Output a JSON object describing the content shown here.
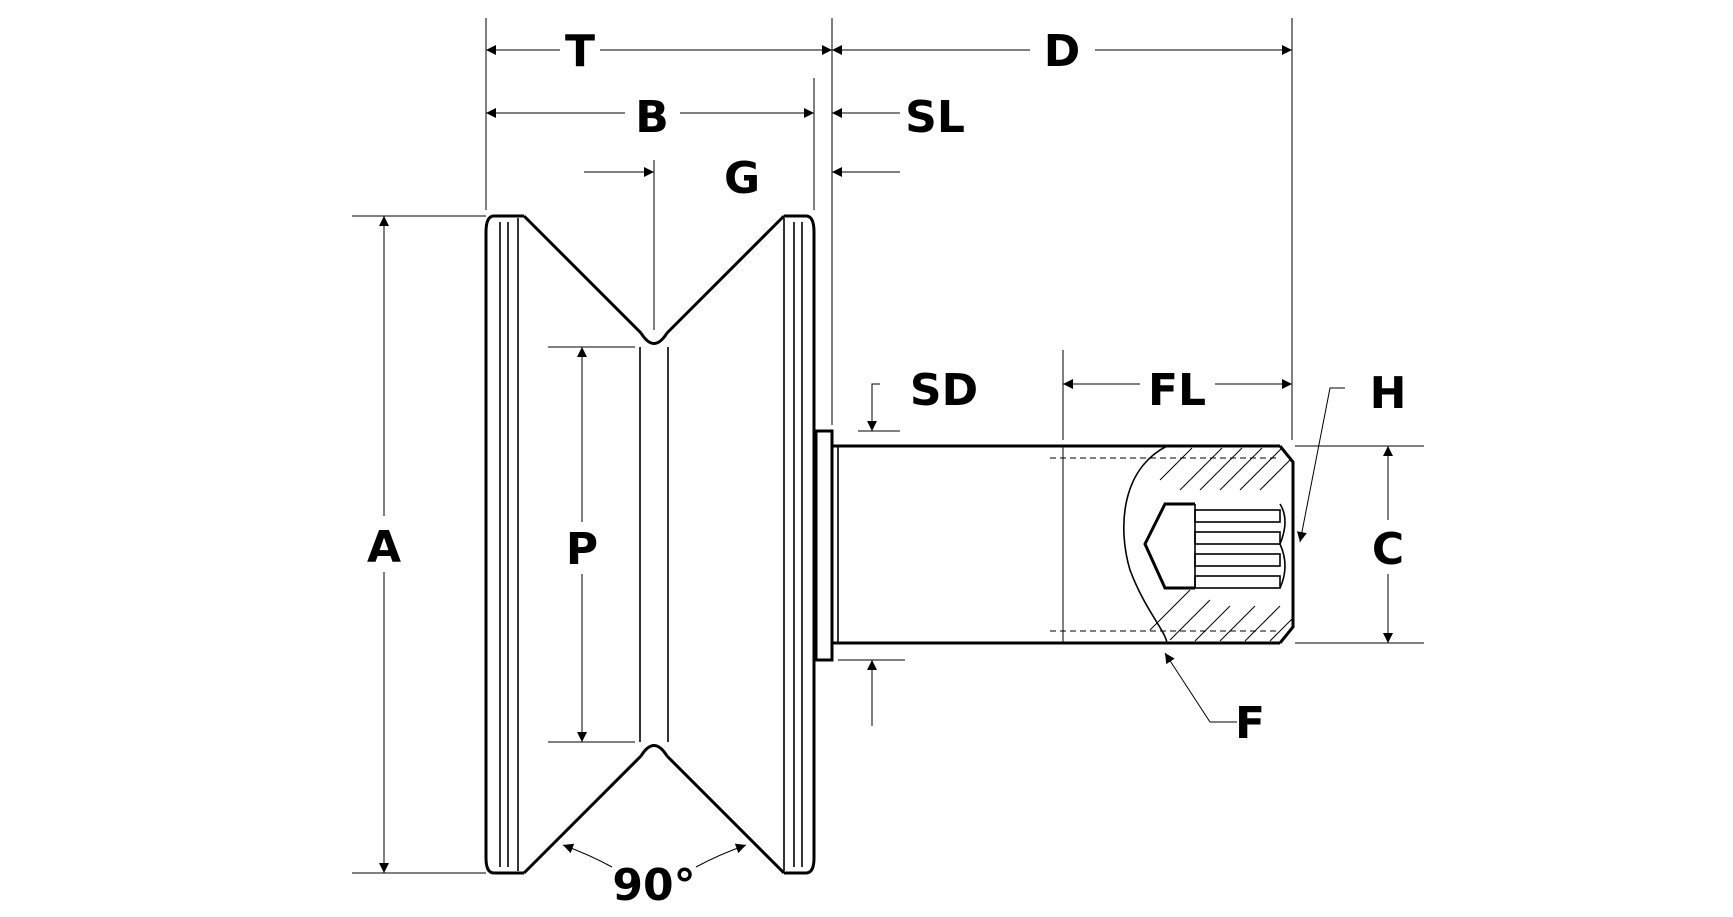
{
  "labels": {
    "T": "T",
    "D": "D",
    "B": "B",
    "SL": "SL",
    "G": "G",
    "SD": "SD",
    "FL": "FL",
    "H": "H",
    "A": "A",
    "P": "P",
    "C": "C",
    "F": "F",
    "angle": "90°"
  }
}
